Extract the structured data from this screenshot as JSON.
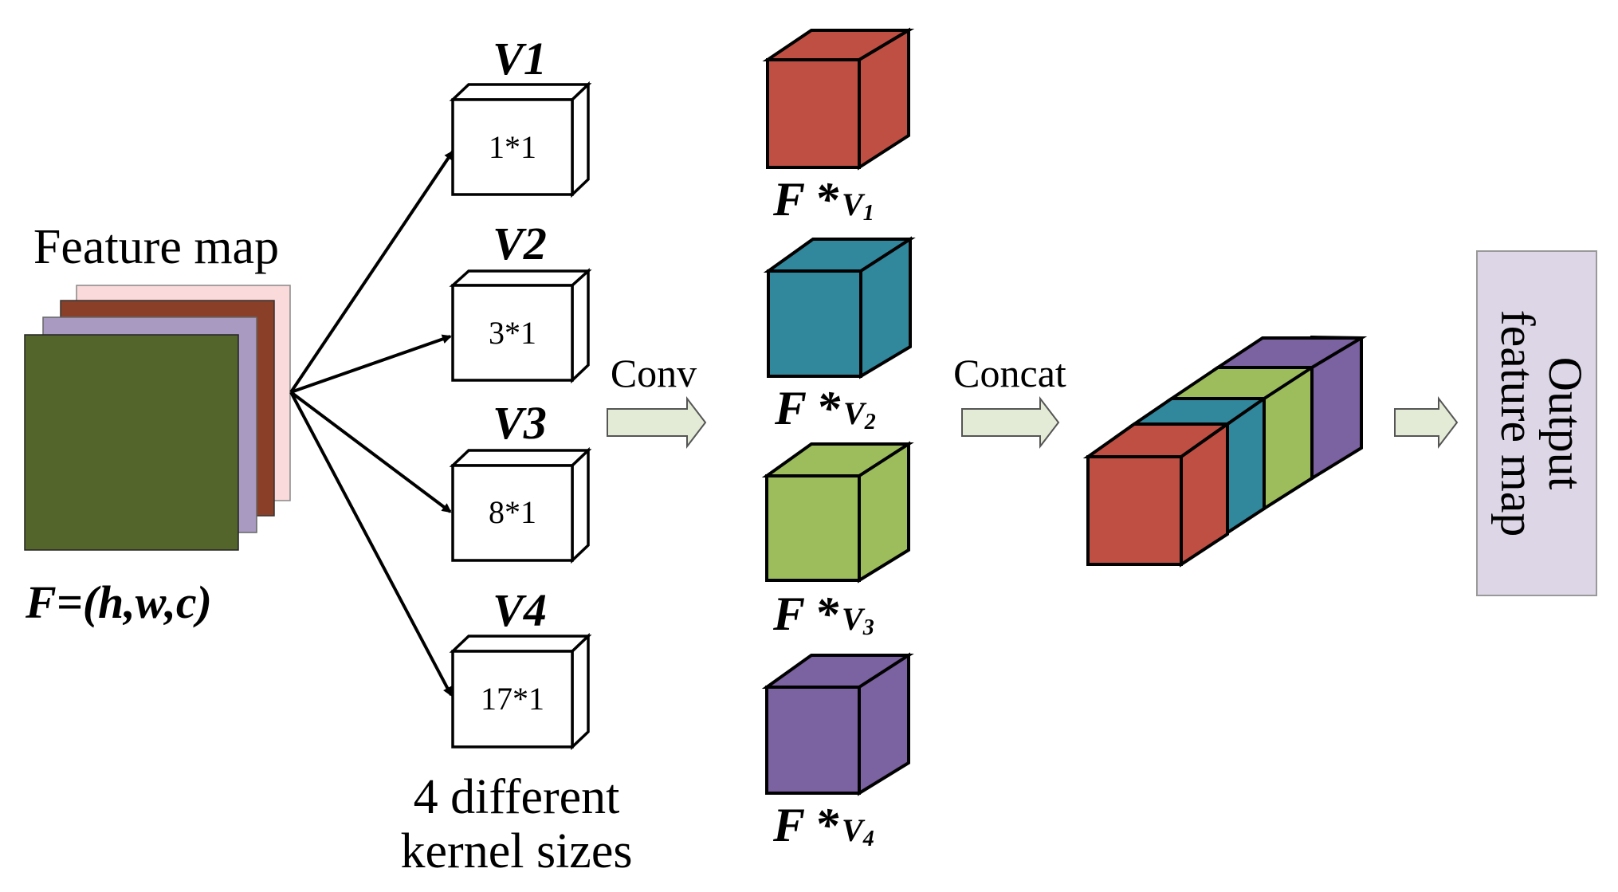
{
  "input": {
    "title": "Feature map",
    "formula_F": "F",
    "formula_rest": "=(h,w,c)",
    "layer_colors": [
      "#fadada",
      "#8a3f28",
      "#a89ac0",
      "#53652b"
    ]
  },
  "kernels": [
    {
      "name": "V1",
      "size": "1*1"
    },
    {
      "name": "V2",
      "size": "3*1"
    },
    {
      "name": "V3",
      "size": "8*1"
    },
    {
      "name": "V4",
      "size": "17*1"
    }
  ],
  "kernels_caption": {
    "line1": "4 different",
    "line2": "kernel sizes"
  },
  "arrows": {
    "conv": "Conv",
    "concat": "Concat",
    "arrow_fill": "#e3ebd6"
  },
  "outputs": [
    {
      "prefix": "F",
      "star": "*",
      "sub": "V",
      "index": "1",
      "color": "#c04f43"
    },
    {
      "prefix": "F",
      "star": "*",
      "sub": "V",
      "index": "2",
      "color": "#31879c"
    },
    {
      "prefix": "F",
      "star": "*",
      "sub": "V",
      "index": "3",
      "color": "#9dbd5d"
    },
    {
      "prefix": "F",
      "star": "*",
      "sub": "V",
      "index": "4",
      "color": "#7b62a0"
    }
  ],
  "final": {
    "line1": "Output",
    "line2": "feature map",
    "box_fill": "#ddd6e6"
  }
}
